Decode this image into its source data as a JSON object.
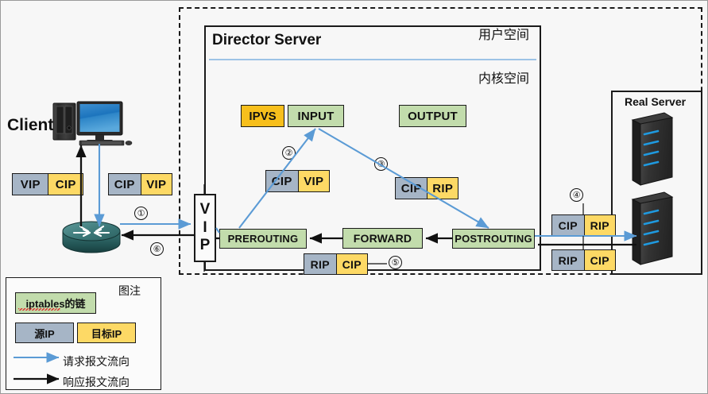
{
  "diagram": {
    "title_director": "Director Server",
    "title_real_server": "Real Server",
    "title_client": "Client",
    "user_space": "用户空间",
    "kernel_space": "内核空间",
    "nic_vip_chars": [
      "V",
      "I",
      "P"
    ]
  },
  "netfilter": {
    "ipvs": "IPVS",
    "input": "INPUT",
    "output": "OUTPUT",
    "prerouting": "PREROUTING",
    "forward": "FORWARD",
    "postrouting": "POSTROUTING"
  },
  "packets": {
    "client_response": {
      "src": "VIP",
      "dst": "CIP"
    },
    "client_request": {
      "src": "CIP",
      "dst": "VIP"
    },
    "prerouting_req": {
      "src": "CIP",
      "dst": "VIP"
    },
    "postrouting_req": {
      "src": "CIP",
      "dst": "RIP"
    },
    "postrouting_resp": {
      "src": "RIP",
      "dst": "CIP"
    },
    "rs_in": {
      "src": "CIP",
      "dst": "RIP"
    },
    "rs_out": {
      "src": "RIP",
      "dst": "CIP"
    }
  },
  "steps": [
    "①",
    "②",
    "③",
    "④",
    "⑤",
    "⑥"
  ],
  "legend": {
    "title": "图注",
    "chain_label": "iptables的链",
    "src_ip": "源IP",
    "dst_ip": "目标IP",
    "request_flow": "请求报文流向",
    "response_flow": "响应报文流向"
  },
  "colors": {
    "chain_green": "#c2dcac",
    "ipvs_orange": "#f7bf1c",
    "src_gray": "#a6b5c6",
    "dst_yellow": "#fdd965",
    "request_blue": "#5b9bd5",
    "response_black": "#111111",
    "divider_blue": "#9dc3e6",
    "router_teal": "#2e6b6b",
    "server_dark": "#333333"
  }
}
